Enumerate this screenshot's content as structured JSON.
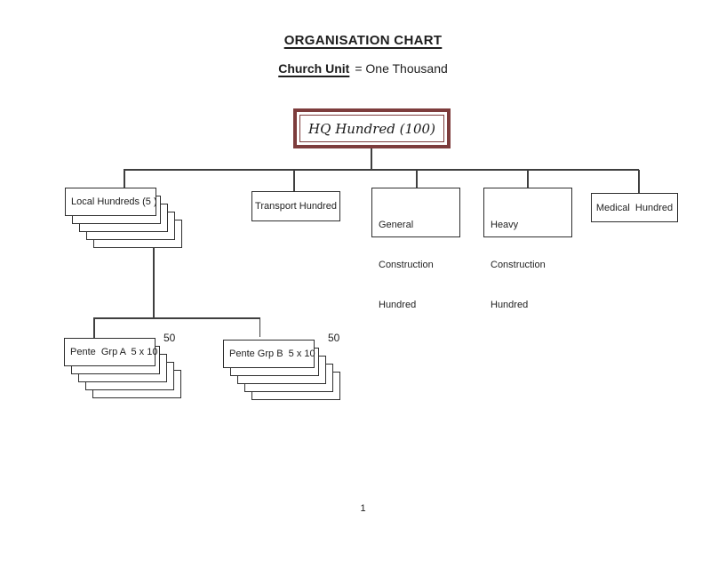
{
  "page": {
    "title": "ORGANISATION CHART",
    "subtitle_term": "Church Unit",
    "subtitle_rest": "= One Thousand",
    "page_number": "1"
  },
  "org": {
    "root_label": "HQ Hundred (100)",
    "row": {
      "local_label": "Local Hundreds (5 )",
      "transport_label": "Transport Hundred",
      "general_lines": [
        "General",
        "Construction",
        "Hundred"
      ],
      "heavy_lines": [
        "Heavy",
        "Construction",
        "Hundred"
      ],
      "medical_label": "Medical  Hundred"
    },
    "groups": {
      "a_label": "Pente  Grp A  5 x 10",
      "a_count": "50",
      "b_label": "Pente Grp B  5 x 10",
      "b_count": "50"
    },
    "colors": {
      "hq_border": "#7d3c3c",
      "line": "#3f3f3f"
    }
  }
}
